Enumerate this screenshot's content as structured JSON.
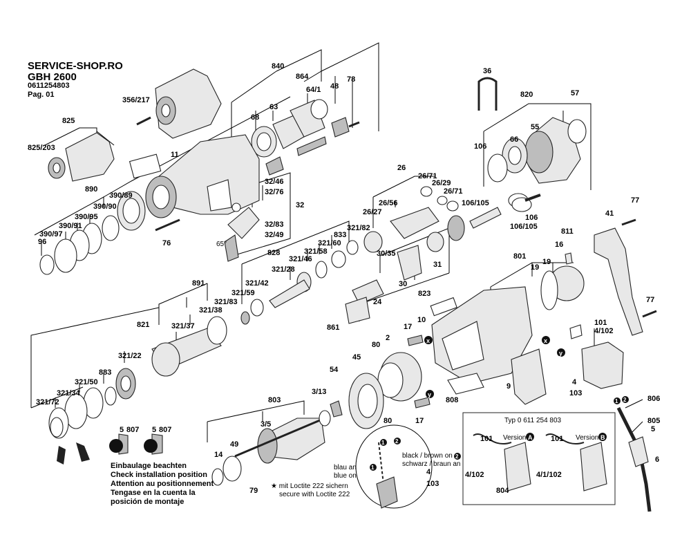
{
  "header": {
    "shop": "SERVICE-SHOP.RO",
    "model": "GBH 2600",
    "number": "0611254803",
    "page": "Pag. 01"
  },
  "callouts": [
    {
      "id": "840"
    },
    {
      "id": "864"
    },
    {
      "id": "78"
    },
    {
      "id": "48"
    },
    {
      "id": "64/1"
    },
    {
      "id": "63"
    },
    {
      "id": "68"
    },
    {
      "id": "356/217"
    },
    {
      "id": "825"
    },
    {
      "id": "825/203"
    },
    {
      "id": "11"
    },
    {
      "id": "890"
    },
    {
      "id": "390/89"
    },
    {
      "id": "390/90"
    },
    {
      "id": "390/95"
    },
    {
      "id": "390/91"
    },
    {
      "id": "390/97"
    },
    {
      "id": "96"
    },
    {
      "id": "76"
    },
    {
      "id": "32/46"
    },
    {
      "id": "32/76"
    },
    {
      "id": "32"
    },
    {
      "id": "32/83"
    },
    {
      "id": "32/49"
    },
    {
      "id": "65°"
    },
    {
      "id": "36"
    },
    {
      "id": "820"
    },
    {
      "id": "57"
    },
    {
      "id": "55"
    },
    {
      "id": "66"
    },
    {
      "id": "106"
    },
    {
      "id": "106/105"
    },
    {
      "id": "106/105b"
    },
    {
      "id": "106b"
    },
    {
      "id": "26"
    },
    {
      "id": "26/71"
    },
    {
      "id": "26/29"
    },
    {
      "id": "26/71b"
    },
    {
      "id": "26/56"
    },
    {
      "id": "26/27"
    },
    {
      "id": "833"
    },
    {
      "id": "321/82"
    },
    {
      "id": "828"
    },
    {
      "id": "321/60"
    },
    {
      "id": "321/58"
    },
    {
      "id": "321/46"
    },
    {
      "id": "321/28"
    },
    {
      "id": "30/35"
    },
    {
      "id": "31"
    },
    {
      "id": "30"
    },
    {
      "id": "823"
    },
    {
      "id": "24"
    },
    {
      "id": "861"
    },
    {
      "id": "891"
    },
    {
      "id": "321/42"
    },
    {
      "id": "321/59"
    },
    {
      "id": "321/83"
    },
    {
      "id": "321/38"
    },
    {
      "id": "321/37"
    },
    {
      "id": "821"
    },
    {
      "id": "321/22"
    },
    {
      "id": "883"
    },
    {
      "id": "321/50"
    },
    {
      "id": "321/34"
    },
    {
      "id": "321/72"
    },
    {
      "id": "41"
    },
    {
      "id": "77"
    },
    {
      "id": "77b"
    },
    {
      "id": "811"
    },
    {
      "id": "16"
    },
    {
      "id": "801"
    },
    {
      "id": "19"
    },
    {
      "id": "19b"
    },
    {
      "id": "10"
    },
    {
      "id": "17"
    },
    {
      "id": "17b"
    },
    {
      "id": "2"
    },
    {
      "id": "80"
    },
    {
      "id": "80b"
    },
    {
      "id": "45"
    },
    {
      "id": "54"
    },
    {
      "id": "9"
    },
    {
      "id": "808"
    },
    {
      "id": "101"
    },
    {
      "id": "4/102"
    },
    {
      "id": "4"
    },
    {
      "id": "103"
    },
    {
      "id": "806"
    },
    {
      "id": "805"
    },
    {
      "id": "5"
    },
    {
      "id": "6"
    },
    {
      "id": "803"
    },
    {
      "id": "3/13"
    },
    {
      "id": "3/5"
    },
    {
      "id": "49"
    },
    {
      "id": "14"
    },
    {
      "id": "79"
    },
    {
      "id": "5 807"
    },
    {
      "id": "5 807b"
    }
  ],
  "labels_text": {
    "c840": "840",
    "c864": "864",
    "c78": "78",
    "c48": "48",
    "c641": "64/1",
    "c63": "63",
    "c68": "68",
    "c356": "356/217",
    "c825": "825",
    "c825203": "825/203",
    "c11": "11",
    "c890": "890",
    "c39089": "390/89",
    "c39090": "390/90",
    "c39095": "390/95",
    "c39091": "390/91",
    "c39097": "390/97",
    "c96": "96",
    "c76": "76",
    "c3246": "32/46",
    "c3276": "32/76",
    "c32": "32",
    "c3283": "32/83",
    "c3249": "32/49",
    "c65": "65°",
    "c36": "36",
    "c820": "820",
    "c57": "57",
    "c55": "55",
    "c66": "66",
    "c106": "106",
    "c106105": "106/105",
    "c106105b": "106/105",
    "c106b": "106",
    "c26": "26",
    "c2671": "26/71",
    "c2629": "26/29",
    "c2671b": "26/71",
    "c2656": "26/56",
    "c2627": "26/27",
    "c833": "833",
    "c32182": "321/82",
    "c828": "828",
    "c32160": "321/60",
    "c32158": "321/58",
    "c32146": "321/46",
    "c32128": "321/28",
    "c3035": "30/35",
    "c31": "31",
    "c30": "30",
    "c823": "823",
    "c24": "24",
    "c861": "861",
    "c891": "891",
    "c32142": "321/42",
    "c32159": "321/59",
    "c32183": "321/83",
    "c32138": "321/38",
    "c32137": "321/37",
    "c821": "821",
    "c32122": "321/22",
    "c883": "883",
    "c32150": "321/50",
    "c32134": "321/34",
    "c32172": "321/72",
    "c41": "41",
    "c77": "77",
    "c77b": "77",
    "c811": "811",
    "c16": "16",
    "c801": "801",
    "c19": "19",
    "c19b": "19",
    "c10": "10",
    "c17": "17",
    "c17b": "17",
    "c2": "2",
    "c80": "80",
    "c80b": "80",
    "c45": "45",
    "c54": "54",
    "c9": "9",
    "c808": "808",
    "c101": "101",
    "c4102": "4/102",
    "c4": "4",
    "c103": "103",
    "c806": "806",
    "c805": "805",
    "c5": "5",
    "c6": "6",
    "c803": "803",
    "c313": "3/13",
    "c35": "3/5",
    "c49": "49",
    "c14": "14",
    "c79": "79",
    "c5a": "5",
    "c807a": "807",
    "c5b": "5",
    "c807b": "807",
    "c101i": "101",
    "c4102i": "4/102",
    "c804": "804",
    "c101j": "101",
    "c41102": "4/1/102",
    "c4w": "4",
    "c103w": "103"
  },
  "install_note": {
    "de": "Einbaulage beachten",
    "en": "Check installation position",
    "fr": "Attention au positionnement",
    "ro1": "Tengase en la cuenta la",
    "ro2": "posición de montaje"
  },
  "loctite_note": {
    "l1": "★ mit Loctite 222 sichern",
    "l2": "secure with Loctite 222"
  },
  "wiring": {
    "blue1": "blau an",
    "blue2": "blue on",
    "black1": "black / brown on",
    "black2": "schwarz / braun an"
  },
  "inset": {
    "title": "Typ 0 611 254 803",
    "versionA": "Version",
    "versionB": "Version",
    "badgeA": "A",
    "badgeB": "B"
  },
  "markers": {
    "x": "x",
    "y": "y",
    "one": "1",
    "two": "2"
  }
}
